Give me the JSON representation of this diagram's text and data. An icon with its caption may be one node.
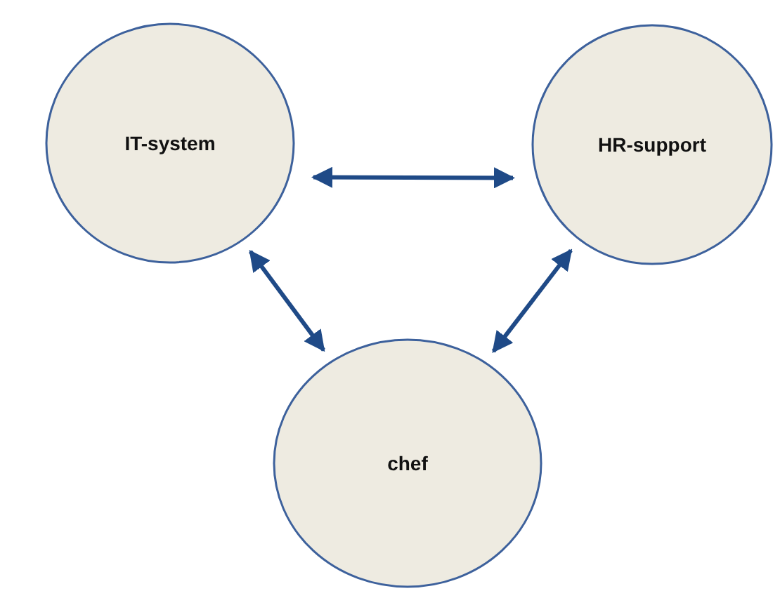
{
  "diagram": {
    "nodes": [
      {
        "text": [
          "IT-system"
        ]
      },
      {
        "text": [
          "HR-support"
        ]
      },
      {
        "text": [
          "chef"
        ]
      }
    ],
    "edges": [
      {
        "from": 0,
        "to": 1,
        "arrow": "both"
      },
      {
        "from": 0,
        "to": 2,
        "arrow": "both"
      },
      {
        "from": 1,
        "to": 2,
        "arrow": "both"
      }
    ]
  }
}
